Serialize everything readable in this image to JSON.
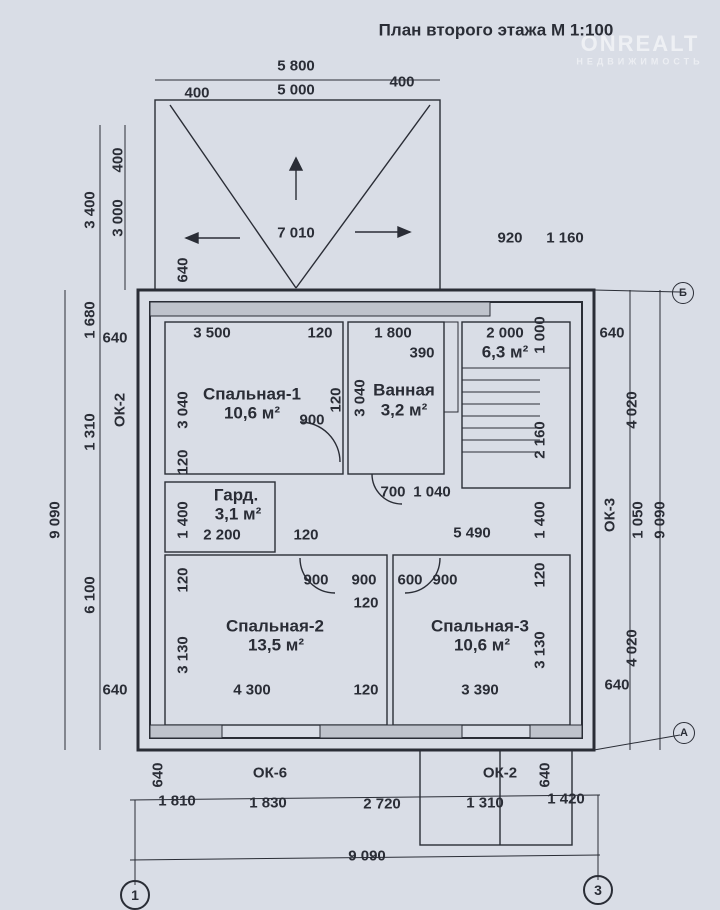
{
  "title": "План второго этажа М 1:100",
  "watermark": {
    "brand": "ONREALT",
    "sub": "НЕДВИЖИМОСТЬ"
  },
  "rooms": [
    {
      "name": "Спальная-1",
      "area": "10,6 м²"
    },
    {
      "name": "Ванная",
      "area": "3,2 м²"
    },
    {
      "name": "Гард.",
      "area": "3,1 м²"
    },
    {
      "name": "Спальная-2",
      "area": "13,5 м²"
    },
    {
      "name": "Спальная-3",
      "area": "10,6 м²"
    },
    {
      "name": "",
      "area": "6,3 м²"
    }
  ],
  "windows": {
    "left": "ОК-2",
    "right": "ОК-3",
    "bottom_left": "ОК-6",
    "bottom_right": "ОК-2"
  },
  "axes": {
    "a": "А",
    "b": "Б",
    "one": "1",
    "three": "3"
  },
  "dims": {
    "top_total": "5 800",
    "top_left": "400",
    "top_mid": "5 000",
    "top_right": "400",
    "balcony": "7 010",
    "top_920": "920",
    "top_1160": "1 160",
    "left_3400": "3 400",
    "left_400": "400",
    "left_3000": "3 000",
    "left_640a": "640",
    "left_1680": "1 680",
    "left_1310": "1 310",
    "left_9090": "9 090",
    "left_6100": "6 100",
    "left_640b": "640",
    "left_640c": "640",
    "r1_3500": "3 500",
    "r1_120": "120",
    "r2_1800": "1 800",
    "r3_2000": "2 000",
    "r3_390": "390",
    "r3_1000": "1 000",
    "r3_640": "640",
    "r1_3040": "3 040",
    "r1_120v": "120",
    "r1_900": "900",
    "r2_3040": "3 040",
    "stair_2160": "2 160",
    "right_4020a": "4 020",
    "g_120": "120",
    "g_1400": "1 400",
    "g_2200": "2 200",
    "g_120h": "120",
    "hall_5490": "5 490",
    "hall_1400": "1 400",
    "d_700": "700",
    "d_1040": "1 040",
    "right_1050": "1 050",
    "right_9090": "9 090",
    "b_120a": "120",
    "b_900a": "900",
    "b_900b": "900",
    "b_600": "600",
    "b_900c": "900",
    "b_120m": "120",
    "b_120r": "120",
    "b2_3130": "3 130",
    "b3_3130": "3 130",
    "right_4020b": "4 020",
    "b2_4300": "4 300",
    "b2_120": "120",
    "b3_3390": "3 390",
    "right_640": "640",
    "bot_640a": "640",
    "bot_640b": "640",
    "bot_1810": "1 810",
    "bot_1830": "1 830",
    "bot_2720": "2 720",
    "bot_1310": "1 310",
    "bot_1420": "1 420",
    "bot_total": "9 090"
  }
}
